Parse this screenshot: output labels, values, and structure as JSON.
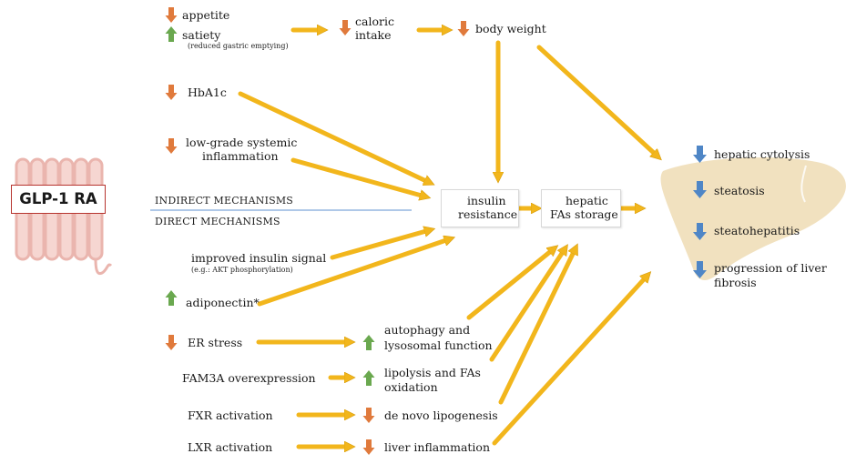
{
  "drug": {
    "label": "GLP-1 RA"
  },
  "sections": {
    "indirect": "INDIRECT MECHANISMS",
    "direct": "DIRECT MECHANISMS"
  },
  "indirect": {
    "appetite": "appetite",
    "satiety": "satiety",
    "satiety_note": "(reduced gastric emptying)",
    "caloric_1": "caloric",
    "caloric_2": "intake",
    "body_weight": "body weight",
    "hba1c": "HbA1c",
    "inflam_1": "low-grade systemic",
    "inflam_2": "inflammation"
  },
  "hub": {
    "insulin_1": "insulin",
    "insulin_2": "resistance",
    "fas_1": "hepatic",
    "fas_2": "FAs storage"
  },
  "direct": {
    "insulin_signal": "improved insulin signal",
    "insulin_signal_note": "(e.g.: AKT phosphorylation)",
    "adiponectin": "adiponectin*",
    "er_stress": "ER stress",
    "autophagy_1": "autophagy and",
    "autophagy_2": "lysosomal function",
    "fam3a": "FAM3A overexpression",
    "lipolysis_1": "lipolysis and FAs",
    "lipolysis_2": "oxidation",
    "fxr": "FXR activation",
    "lipogenesis": "de novo lipogenesis",
    "lxr": "LXR activation",
    "liver_inflammation": "liver inflammation"
  },
  "outcomes": {
    "cytolysis": "hepatic cytolysis",
    "steatosis": "steatosis",
    "steatohepatitis": "steatohepatitis",
    "fibrosis_1": "progression of liver",
    "fibrosis_2": "fibrosis"
  },
  "colors": {
    "arrow": "#f2b61c",
    "decrease": "#e07a3c",
    "increase": "#6aa84f",
    "outcome_decrease": "#4f86c6",
    "liver": "#efdcb4",
    "receptor": "#f0c6c0",
    "drug_border": "#b7342e",
    "divider": "#7fa7d9"
  },
  "icons": {
    "decrease": "down-arrow-icon",
    "increase": "up-arrow-icon",
    "liver": "liver-icon",
    "receptor": "receptor-icon"
  }
}
